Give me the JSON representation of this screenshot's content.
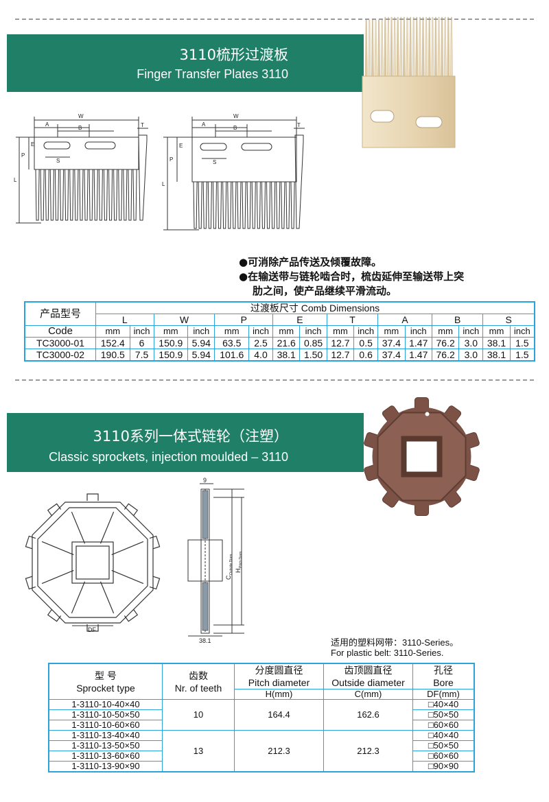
{
  "section1": {
    "title_cn": "3110梳形过渡板",
    "title_en": "Finger Transfer Plates 3110"
  },
  "drawing1": {
    "labels": {
      "w": "W",
      "a": "A",
      "b": "B",
      "e": "E",
      "p": "P",
      "s": "S",
      "l": "L",
      "t": "T"
    }
  },
  "bullets": [
    "●可消除产品传送及倾覆故障。",
    "●在输送带与链轮啮合时，梳齿延伸至输送带上突",
    "肋之间，使产品继续平滑流动。"
  ],
  "table1": {
    "code_cn": "产品型号",
    "code_en": "Code",
    "dims_header": "过渡板尺寸 Comb Dimensions",
    "groups": [
      "L",
      "W",
      "P",
      "E",
      "T",
      "A",
      "B",
      "S"
    ],
    "units": [
      "mm",
      "inch"
    ],
    "rows": [
      {
        "code": "TC3000-01",
        "values": [
          "152.4",
          "6",
          "150.9",
          "5.94",
          "63.5",
          "2.5",
          "21.6",
          "0.85",
          "12.7",
          "0.5",
          "37.4",
          "1.47",
          "76.2",
          "3.0",
          "38.1",
          "1.5"
        ]
      },
      {
        "code": "TC3000-02",
        "values": [
          "190.5",
          "7.5",
          "150.9",
          "5.94",
          "101.6",
          "4.0",
          "38.1",
          "1.50",
          "12.7",
          "0.6",
          "37.4",
          "1.47",
          "76.2",
          "3.0",
          "38.1",
          "1.5"
        ]
      }
    ]
  },
  "section2": {
    "title_cn": "3110系列一体式链轮（注塑）",
    "title_en": "Classic sprockets, injection moulded  –  3110"
  },
  "drawing2": {
    "dim_9": "9",
    "dim_df": "DF",
    "dim_381": "38.1",
    "outside_dia": "C",
    "outside_dia_sub": "Outside Diam.",
    "pitch_dia": "H",
    "pitch_dia_sub": "Pitch Diam."
  },
  "note": {
    "cn": "适用的塑料网带：3110-Series。",
    "en": "For plastic belt: 3110-Series."
  },
  "table2": {
    "type_cn": "型  号",
    "type_en": "Sprocket type",
    "teeth_cn": "齿数",
    "teeth_en": "Nr. of teeth",
    "pitch_cn": "分度圆直径",
    "pitch_en": "Pitch diameter",
    "outside_cn": "齿顶圆直径",
    "outside_en": "Outside diameter",
    "bore_cn": "孔径",
    "bore_en": "Bore",
    "unit_h": "H(mm)",
    "unit_c": "C(mm)",
    "unit_df": "DF(mm)",
    "groups": [
      {
        "teeth": "10",
        "pitch": "164.4",
        "outside": "162.6",
        "rows": [
          {
            "type": "1-3110-10-40×40",
            "bore": "□40×40"
          },
          {
            "type": "1-3110-10-50×50",
            "bore": "□50×50"
          },
          {
            "type": "1-3110-10-60×60",
            "bore": "□60×60"
          }
        ]
      },
      {
        "teeth": "13",
        "pitch": "212.3",
        "outside": "212.3",
        "rows": [
          {
            "type": "1-3110-13-40×40",
            "bore": "□40×40"
          },
          {
            "type": "1-3110-13-50×50",
            "bore": "□50×50"
          },
          {
            "type": "1-3110-13-60×60",
            "bore": "□60×60"
          },
          {
            "type": "1-3110-13-90×90",
            "bore": "□90×90"
          }
        ]
      }
    ]
  },
  "colors": {
    "banner": "#1f7f67",
    "table_border": "#2aa3d8",
    "plate": "#e8d7b4",
    "sprocket": "#7b5245"
  }
}
